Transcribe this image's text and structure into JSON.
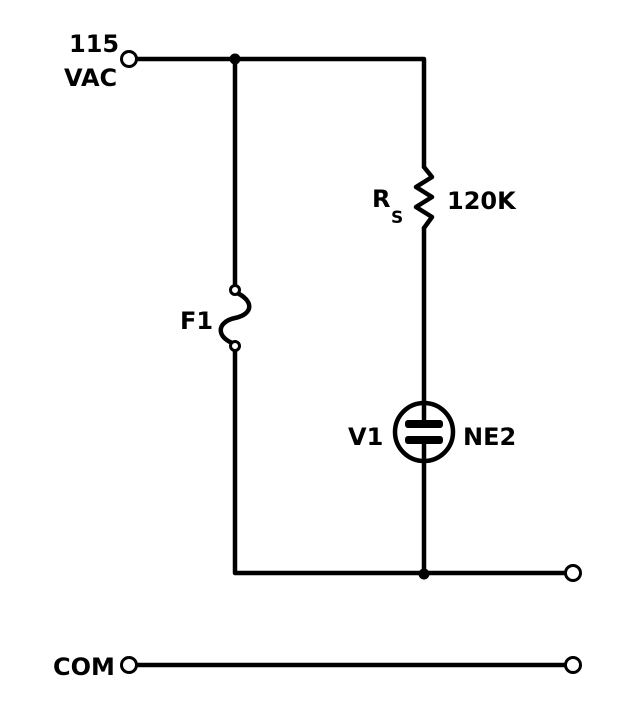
{
  "labels": {
    "input_voltage_line1": "115",
    "input_voltage_line2": "VAC",
    "common": "COM",
    "resistor_ref_main": "R",
    "resistor_ref_sub": "S",
    "resistor_value": "120K",
    "fuse_ref": "F1",
    "lamp_ref": "V1",
    "lamp_type": "NE2"
  }
}
